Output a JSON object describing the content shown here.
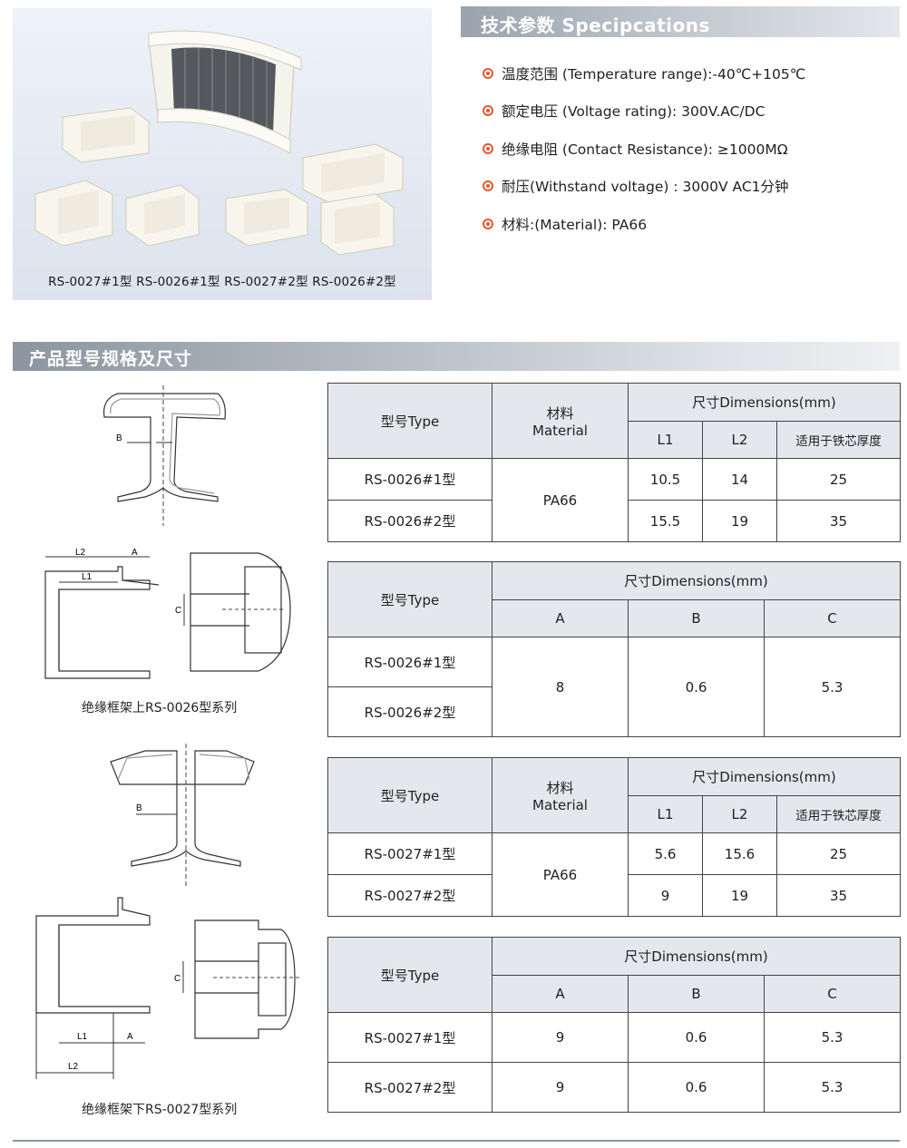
{
  "photo": {
    "caption": "RS-0027#1型  RS-0026#1型  RS-0027#2型  RS-0026#2型"
  },
  "specs": {
    "title": "技术参数 Specipcations",
    "items": [
      "温度范围 (Temperature range):-40℃+105℃",
      "额定电压 (Voltage rating):  300V.AC/DC",
      "绝缘电阻 (Contact Resistance):  ≥1000MΩ",
      "耐压(Withstand voltage) :  3000V  AC1分钟",
      "材料:(Material): PA66"
    ]
  },
  "section": {
    "title": "产品型号规格及尺寸"
  },
  "drawings": {
    "top": {
      "caption": "绝缘框架上RS-0026型系列",
      "labels": {
        "b": "B",
        "l2": "L2",
        "a": "A",
        "l1": "L1",
        "c": "C"
      }
    },
    "bottom": {
      "caption": "绝缘框架下RS-0027型系列",
      "labels": {
        "b": "B",
        "l1": "L1",
        "a": "A",
        "l2": "L2",
        "c": "C"
      }
    }
  },
  "headers": {
    "type": "型号Type",
    "material_cn": "材料",
    "material_en": "Material",
    "dimensions": "尺寸Dimensions(mm)",
    "l1": "L1",
    "l2": "L2",
    "core": "适用于铁芯厚度",
    "a": "A",
    "b": "B",
    "c": "C"
  },
  "table1": {
    "material": "PA66",
    "rows": [
      {
        "type": "RS-0026#1型",
        "l1": "10.5",
        "l2": "14",
        "core": "25"
      },
      {
        "type": "RS-0026#2型",
        "l1": "15.5",
        "l2": "19",
        "core": "35"
      }
    ]
  },
  "table2": {
    "types": [
      "RS-0026#1型",
      "RS-0026#2型"
    ],
    "a": "8",
    "b": "0.6",
    "c": "5.3"
  },
  "table3": {
    "material": "PA66",
    "rows": [
      {
        "type": "RS-0027#1型",
        "l1": "5.6",
        "l2": "15.6",
        "core": "25"
      },
      {
        "type": "RS-0027#2型",
        "l1": "9",
        "l2": "19",
        "core": "35"
      }
    ]
  },
  "table4": {
    "rows": [
      {
        "type": "RS-0027#1型",
        "a": "9",
        "b": "0.6",
        "c": "5.3"
      },
      {
        "type": "RS-0027#2型",
        "a": "9",
        "b": "0.6",
        "c": "5.3"
      }
    ]
  },
  "colors": {
    "bullet": "#e4572e",
    "header_gray": "#8c959f",
    "table_head_bg": "#e4e8ec"
  }
}
